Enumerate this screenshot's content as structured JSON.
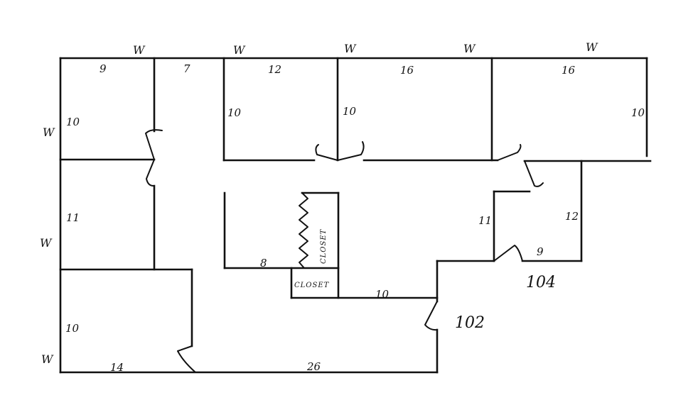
{
  "window_mark": "W",
  "dimensions": {
    "top_room1_width": "9",
    "hall_width": "7",
    "top_room2_width": "12",
    "top_room3_width": "16",
    "top_room4_width": "16",
    "top_room1_depth": "10",
    "top_room2_depth": "10",
    "top_room3_depth": "10",
    "top_room4_depth": "10",
    "left_room_mid_depth": "11",
    "left_room_bottom_depth": "10",
    "bottom_left_width": "14",
    "bottom_right_width": "26",
    "inner_block_width": "8",
    "inner_block_wall": "10",
    "room104_left": "11",
    "room104_right": "12",
    "room104_bottom": "9"
  },
  "closets": {
    "vertical": "CLOSET",
    "horizontal": "CLOSET"
  },
  "room_numbers": {
    "r104": "104",
    "r102": "102"
  }
}
